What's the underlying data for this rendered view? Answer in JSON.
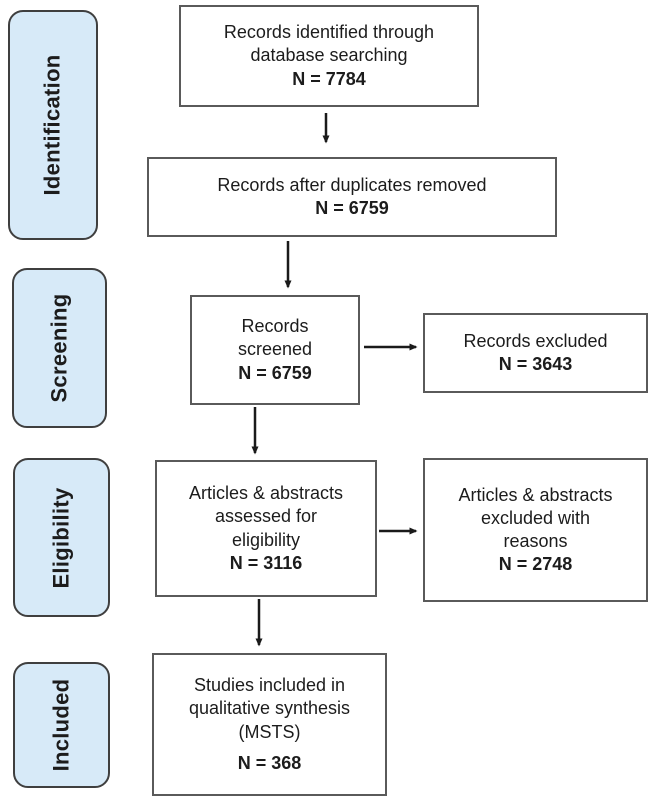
{
  "diagram": {
    "stages": [
      {
        "label": "Identification"
      },
      {
        "label": "Screening"
      },
      {
        "label": "Eligibility"
      },
      {
        "label": "Included"
      }
    ],
    "boxes": {
      "identified": {
        "lines": [
          "Records identified through",
          "database searching"
        ],
        "count": "N = 7784"
      },
      "duplicates_removed": {
        "lines": [
          "Records after duplicates removed"
        ],
        "count": "N = 6759"
      },
      "screened": {
        "lines": [
          "Records",
          "screened"
        ],
        "count": "N = 6759"
      },
      "records_excluded": {
        "lines": [
          "Records excluded"
        ],
        "count": "N = 3643"
      },
      "assessed": {
        "lines": [
          "Articles & abstracts",
          "assessed for",
          "eligibility"
        ],
        "count": "N = 3116"
      },
      "excluded_with_reasons": {
        "lines": [
          "Articles & abstracts",
          "excluded with",
          "reasons"
        ],
        "count": "N = 2748"
      },
      "included_qualitative": {
        "lines": [
          "Studies included in",
          "qualitative synthesis",
          "(MSTS)"
        ],
        "count": "N = 368"
      }
    },
    "colors": {
      "stage_fill": "#d7eaf8",
      "stage_border": "#3f3f3f",
      "box_border": "#5a5a5a",
      "arrow": "#1a1a1a",
      "text": "#1c1c1c"
    }
  }
}
